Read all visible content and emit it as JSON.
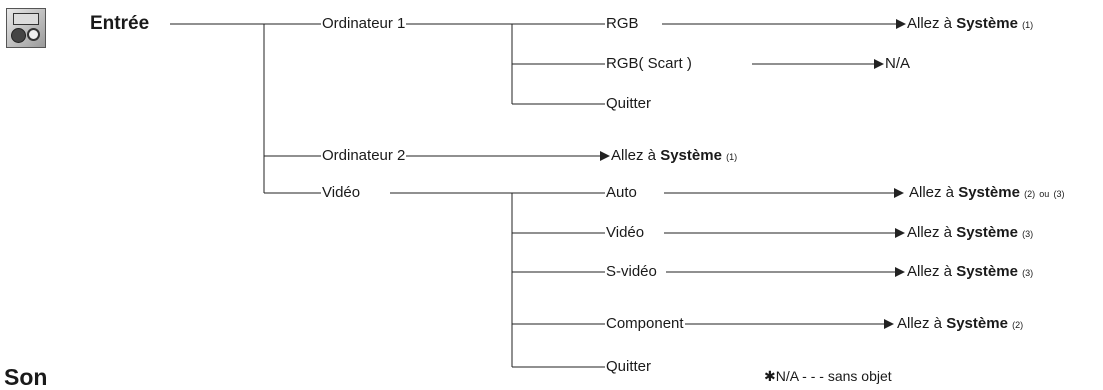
{
  "root": {
    "label": "Entrée"
  },
  "level1": {
    "ordinateur1": "Ordinateur 1",
    "ordinateur2": "Ordinateur 2",
    "video": "Vidéo"
  },
  "ord1": {
    "rgb": "RGB",
    "rgb_scart": "RGB( Scart )",
    "quitter": "Quitter"
  },
  "video_sub": {
    "auto": "Auto",
    "video": "Vidéo",
    "svideo": "S-vidéo",
    "component": "Component",
    "quitter": "Quitter"
  },
  "results": {
    "goto": "Allez à",
    "systeme": "Système",
    "na": "N/A",
    "ou": "ou",
    "n1": "(1)",
    "n2": "(2)",
    "n3": "(3)"
  },
  "footnote": {
    "text": "✱N/A - - - sans objet"
  },
  "next_section": {
    "title": "Son"
  }
}
